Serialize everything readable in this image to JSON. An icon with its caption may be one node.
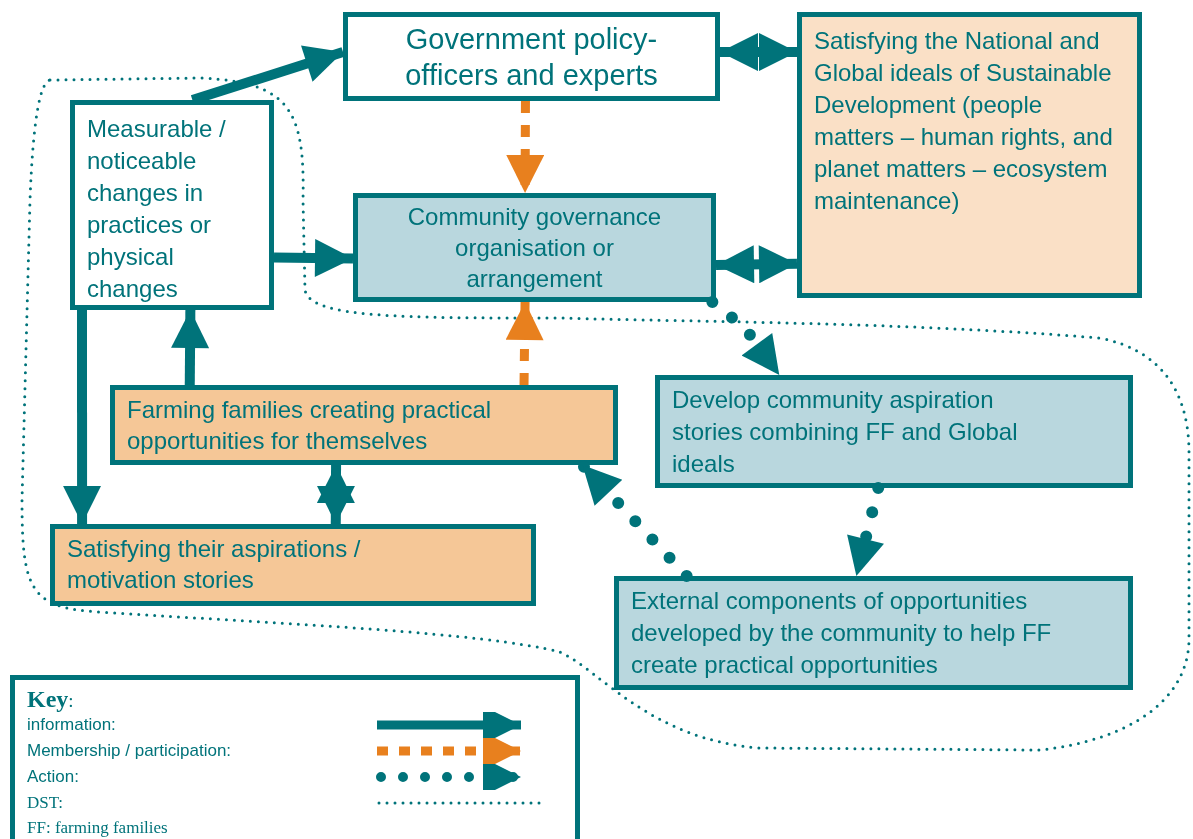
{
  "diagram": {
    "nodes": [
      {
        "text": [
          "Government policy-officers and experts"
        ]
      },
      {
        "text": [
          "Satisfying the National and Global ideals of Sustainable Development (people matters – human rights, and planet matters – ecosystem maintenance)"
        ]
      },
      {
        "text": [
          "Measurable / noticeable changes in practices or physical changes"
        ]
      },
      {
        "text": [
          "Community governance organisation or arrangement"
        ]
      },
      {
        "text": [
          "Farming families creating practical opportunities for themselves"
        ]
      },
      {
        "text": [
          "Develop community aspiration stories combining FF and Global ideals"
        ]
      },
      {
        "text": [
          "Satisfying their aspirations / motivation stories"
        ]
      },
      {
        "text": [
          "External components of opportunities developed by the community to help FF create practical opportunities"
        ]
      }
    ],
    "edges": [
      {
        "from": 2,
        "to": 0,
        "arrow": "to"
      },
      {
        "from": 0,
        "to": 1,
        "arrow": "both"
      },
      {
        "from": 0,
        "to": 3,
        "arrow": "to",
        "style": "dashed",
        "color": "#e8801e"
      },
      {
        "from": 2,
        "to": 3,
        "arrow": "to"
      },
      {
        "from": 3,
        "to": 1,
        "arrow": "both"
      },
      {
        "from": 4,
        "to": 3,
        "arrow": "to",
        "style": "dashed",
        "color": "#e8801e"
      },
      {
        "from": 4,
        "to": 2,
        "arrow": "to"
      },
      {
        "from": 2,
        "to": 6,
        "arrow": "to"
      },
      {
        "from": 4,
        "to": 6,
        "arrow": "both"
      },
      {
        "from": 3,
        "to": 5,
        "arrow": "to",
        "style": "dashed"
      },
      {
        "from": 5,
        "to": 7,
        "arrow": "to",
        "style": "dashed"
      },
      {
        "from": 7,
        "to": 4,
        "arrow": "to",
        "style": "dashed"
      }
    ],
    "labels": [
      "**Key**:",
      "FF: farming families"
    ],
    "legend": [
      {
        "text": "information:"
      },
      {
        "text": "Membership / participation:"
      },
      {
        "text": "Action:"
      },
      {
        "text": "DST:"
      }
    ]
  }
}
